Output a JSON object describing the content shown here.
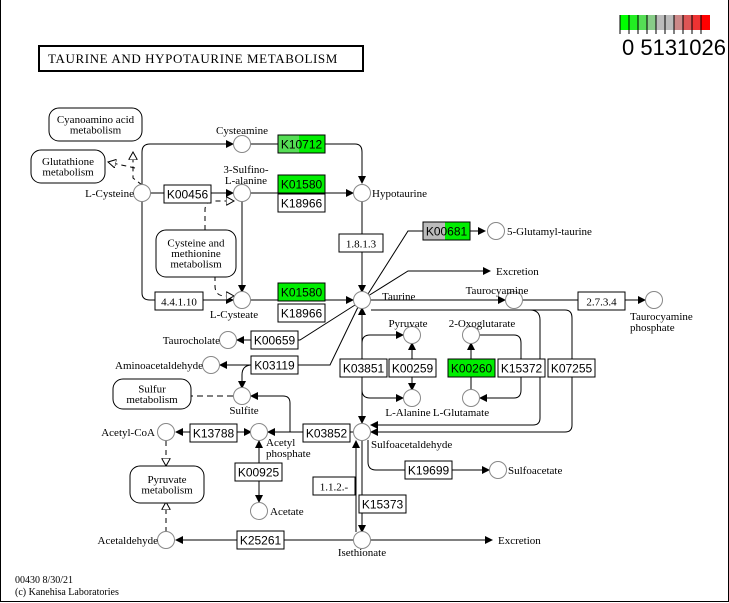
{
  "title": "TAURINE AND HYPOTAURINE METABOLISM",
  "footer": {
    "map_id_date": "00430 8/30/21",
    "copyright": "(c) Kanehisa Laboratories"
  },
  "legend": {
    "colors": [
      "#00ff00",
      "#22ee22",
      "#55dd55",
      "#88cc88",
      "#bbbbbb",
      "#bbbbbb",
      "#cc8888",
      "#dd5555",
      "#ee3333",
      "#ff0000"
    ],
    "labels": "0  5131026"
  },
  "maps": {
    "cyanoamino": "Cyanoamino acid|metabolism",
    "glutathione": "Glutathione|metabolism",
    "cysmet": "Cysteine and|methionine|metabolism",
    "sulfur": "Sulfur|metabolism",
    "pyruvate": "Pyruvate|metabolism"
  },
  "compounds": {
    "l_cysteine": "L-Cysteine",
    "cysteamine": "Cysteamine",
    "sulfino_alanine": "3-Sulfino-|L-alanine",
    "hypotaurine": "Hypotaurine",
    "l_cysteate": "L-Cysteate",
    "taurine": "Taurine",
    "glutamyl_taurine": "5-Glutamyl-taurine",
    "excretion1": "Excretion",
    "taurocyamine": "Taurocyamine",
    "taurocyamine_phosphate": "Taurocyamine|phosphate",
    "taurocholate": "Taurocholate",
    "aminoacetaldehyde": "Aminoacetaldehyde",
    "pyruvate": "Pyruvate",
    "oxoglutarate": "2-Oxoglutarate",
    "l_alanine": "L-Alanine",
    "l_glutamate": "L-Glutamate",
    "sulfite": "Sulfite",
    "acetyl_coa": "Acetyl-CoA",
    "acetyl_phosphate": "Acetyl|phosphate",
    "sulfoacetaldehyde": "Sulfoacetaldehyde",
    "acetate": "Acetate",
    "sulfoacetate": "Sulfoacetate",
    "acetaldehyde": "Acetaldehyde",
    "isethionate": "Isethionate",
    "excretion2": "Excretion"
  },
  "enzymes": {
    "K10712": {
      "label": "K10712",
      "color": "split"
    },
    "K01580a": {
      "label": "K01580",
      "color": "#00ee00"
    },
    "K18966a": {
      "label": "K18966",
      "color": "#ffffff"
    },
    "K00456": {
      "label": "K00456",
      "color": "#ffffff"
    },
    "E1813": {
      "label": "1.8.1.3",
      "color": "#ffffff"
    },
    "K00681": {
      "label": "K00681",
      "color": "split2"
    },
    "E44110": {
      "label": "4.4.1.10",
      "color": "#ffffff"
    },
    "K01580b": {
      "label": "K01580",
      "color": "#00ee00"
    },
    "K18966b": {
      "label": "K18966",
      "color": "#ffffff"
    },
    "E2734": {
      "label": "2.7.3.4",
      "color": "#ffffff"
    },
    "K00659": {
      "label": "K00659",
      "color": "#ffffff"
    },
    "K03119": {
      "label": "K03119",
      "color": "#ffffff"
    },
    "K03851": {
      "label": "K03851",
      "color": "#ffffff"
    },
    "K00259": {
      "label": "K00259",
      "color": "#ffffff"
    },
    "K00260": {
      "label": "K00260",
      "color": "#00ee00"
    },
    "K15372": {
      "label": "K15372",
      "color": "#ffffff"
    },
    "K07255": {
      "label": "K07255",
      "color": "#ffffff"
    },
    "K13788": {
      "label": "K13788",
      "color": "#ffffff"
    },
    "K03852": {
      "label": "K03852",
      "color": "#ffffff"
    },
    "K00925": {
      "label": "K00925",
      "color": "#ffffff"
    },
    "E112": {
      "label": "1.1.2.-",
      "color": "#ffffff"
    },
    "K19699": {
      "label": "K19699",
      "color": "#ffffff"
    },
    "K15373": {
      "label": "K15373",
      "color": "#ffffff"
    },
    "K25261": {
      "label": "K25261",
      "color": "#ffffff"
    }
  }
}
